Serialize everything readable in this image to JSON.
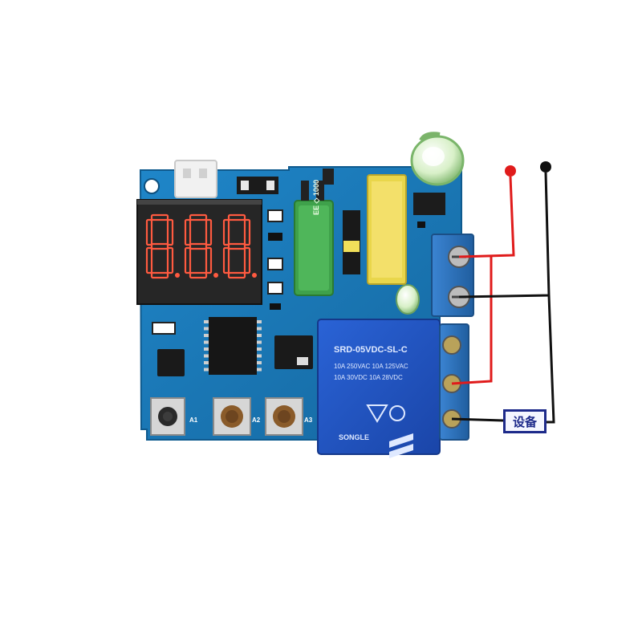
{
  "display": {
    "digits": [
      "8",
      "8",
      "8"
    ]
  },
  "buttons": [
    {
      "label": "A1"
    },
    {
      "label": "A2"
    },
    {
      "label": "A3"
    }
  ],
  "relay": {
    "model": "SRD-05VDC-SL-C",
    "ratings": [
      "10A 250VAC  10A 125VAC",
      "10A 30VDC  10A 28VDC"
    ],
    "brand": "SONGLE"
  },
  "inductor_text": "EE ◇ 1000",
  "device_label": "设备",
  "colors": {
    "board": "#1a78b8",
    "display": "#2b2b2b",
    "segment": "#ff5a40",
    "relay": "#1e54c8",
    "terminal": "#2c6fbf",
    "transformer": "#e8d34a",
    "wire_red": "#e01b1b",
    "wire_black": "#111111"
  }
}
